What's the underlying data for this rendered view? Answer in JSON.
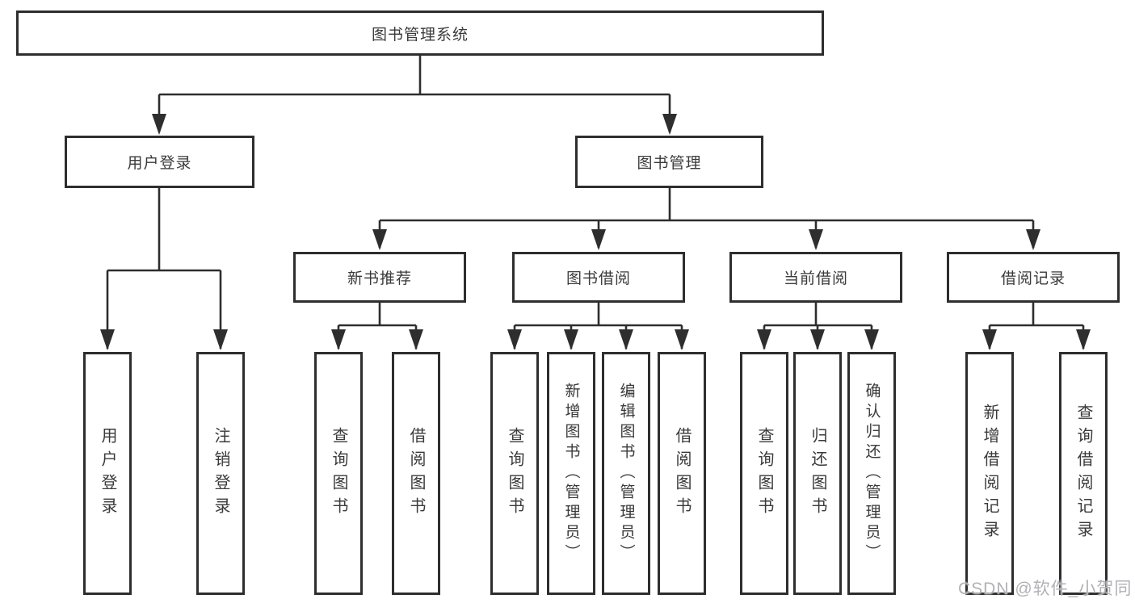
{
  "diagram": {
    "title_node": {
      "label": "图书管理系统"
    },
    "level2": [
      {
        "label": "用户登录"
      },
      {
        "label": "图书管理"
      }
    ],
    "level3": [
      {
        "label": "新书推荐"
      },
      {
        "label": "图书借阅"
      },
      {
        "label": "当前借阅"
      },
      {
        "label": "借阅记录"
      }
    ],
    "leaves": {
      "user_login": [
        "用户登录",
        "注销登录"
      ],
      "new_book": [
        "查询图书",
        "借阅图书"
      ],
      "book_borrow": [
        "查询图书",
        "新增图书（管理员）",
        "编辑图书（管理员）",
        "借阅图书"
      ],
      "current_borrow": [
        "查询图书",
        "归还图书",
        "确认归还（管理员）"
      ],
      "borrow_record": [
        "新增借阅记录",
        "查询借阅记录"
      ]
    },
    "colors": {
      "line": "#2e2e2e",
      "box_border": "#2e2e2e",
      "text": "#3a3a3a",
      "watermark": "#b2b1b6",
      "background": "#ffffff"
    }
  },
  "watermark": {
    "text": "CSDN @软件_小贺同学"
  }
}
